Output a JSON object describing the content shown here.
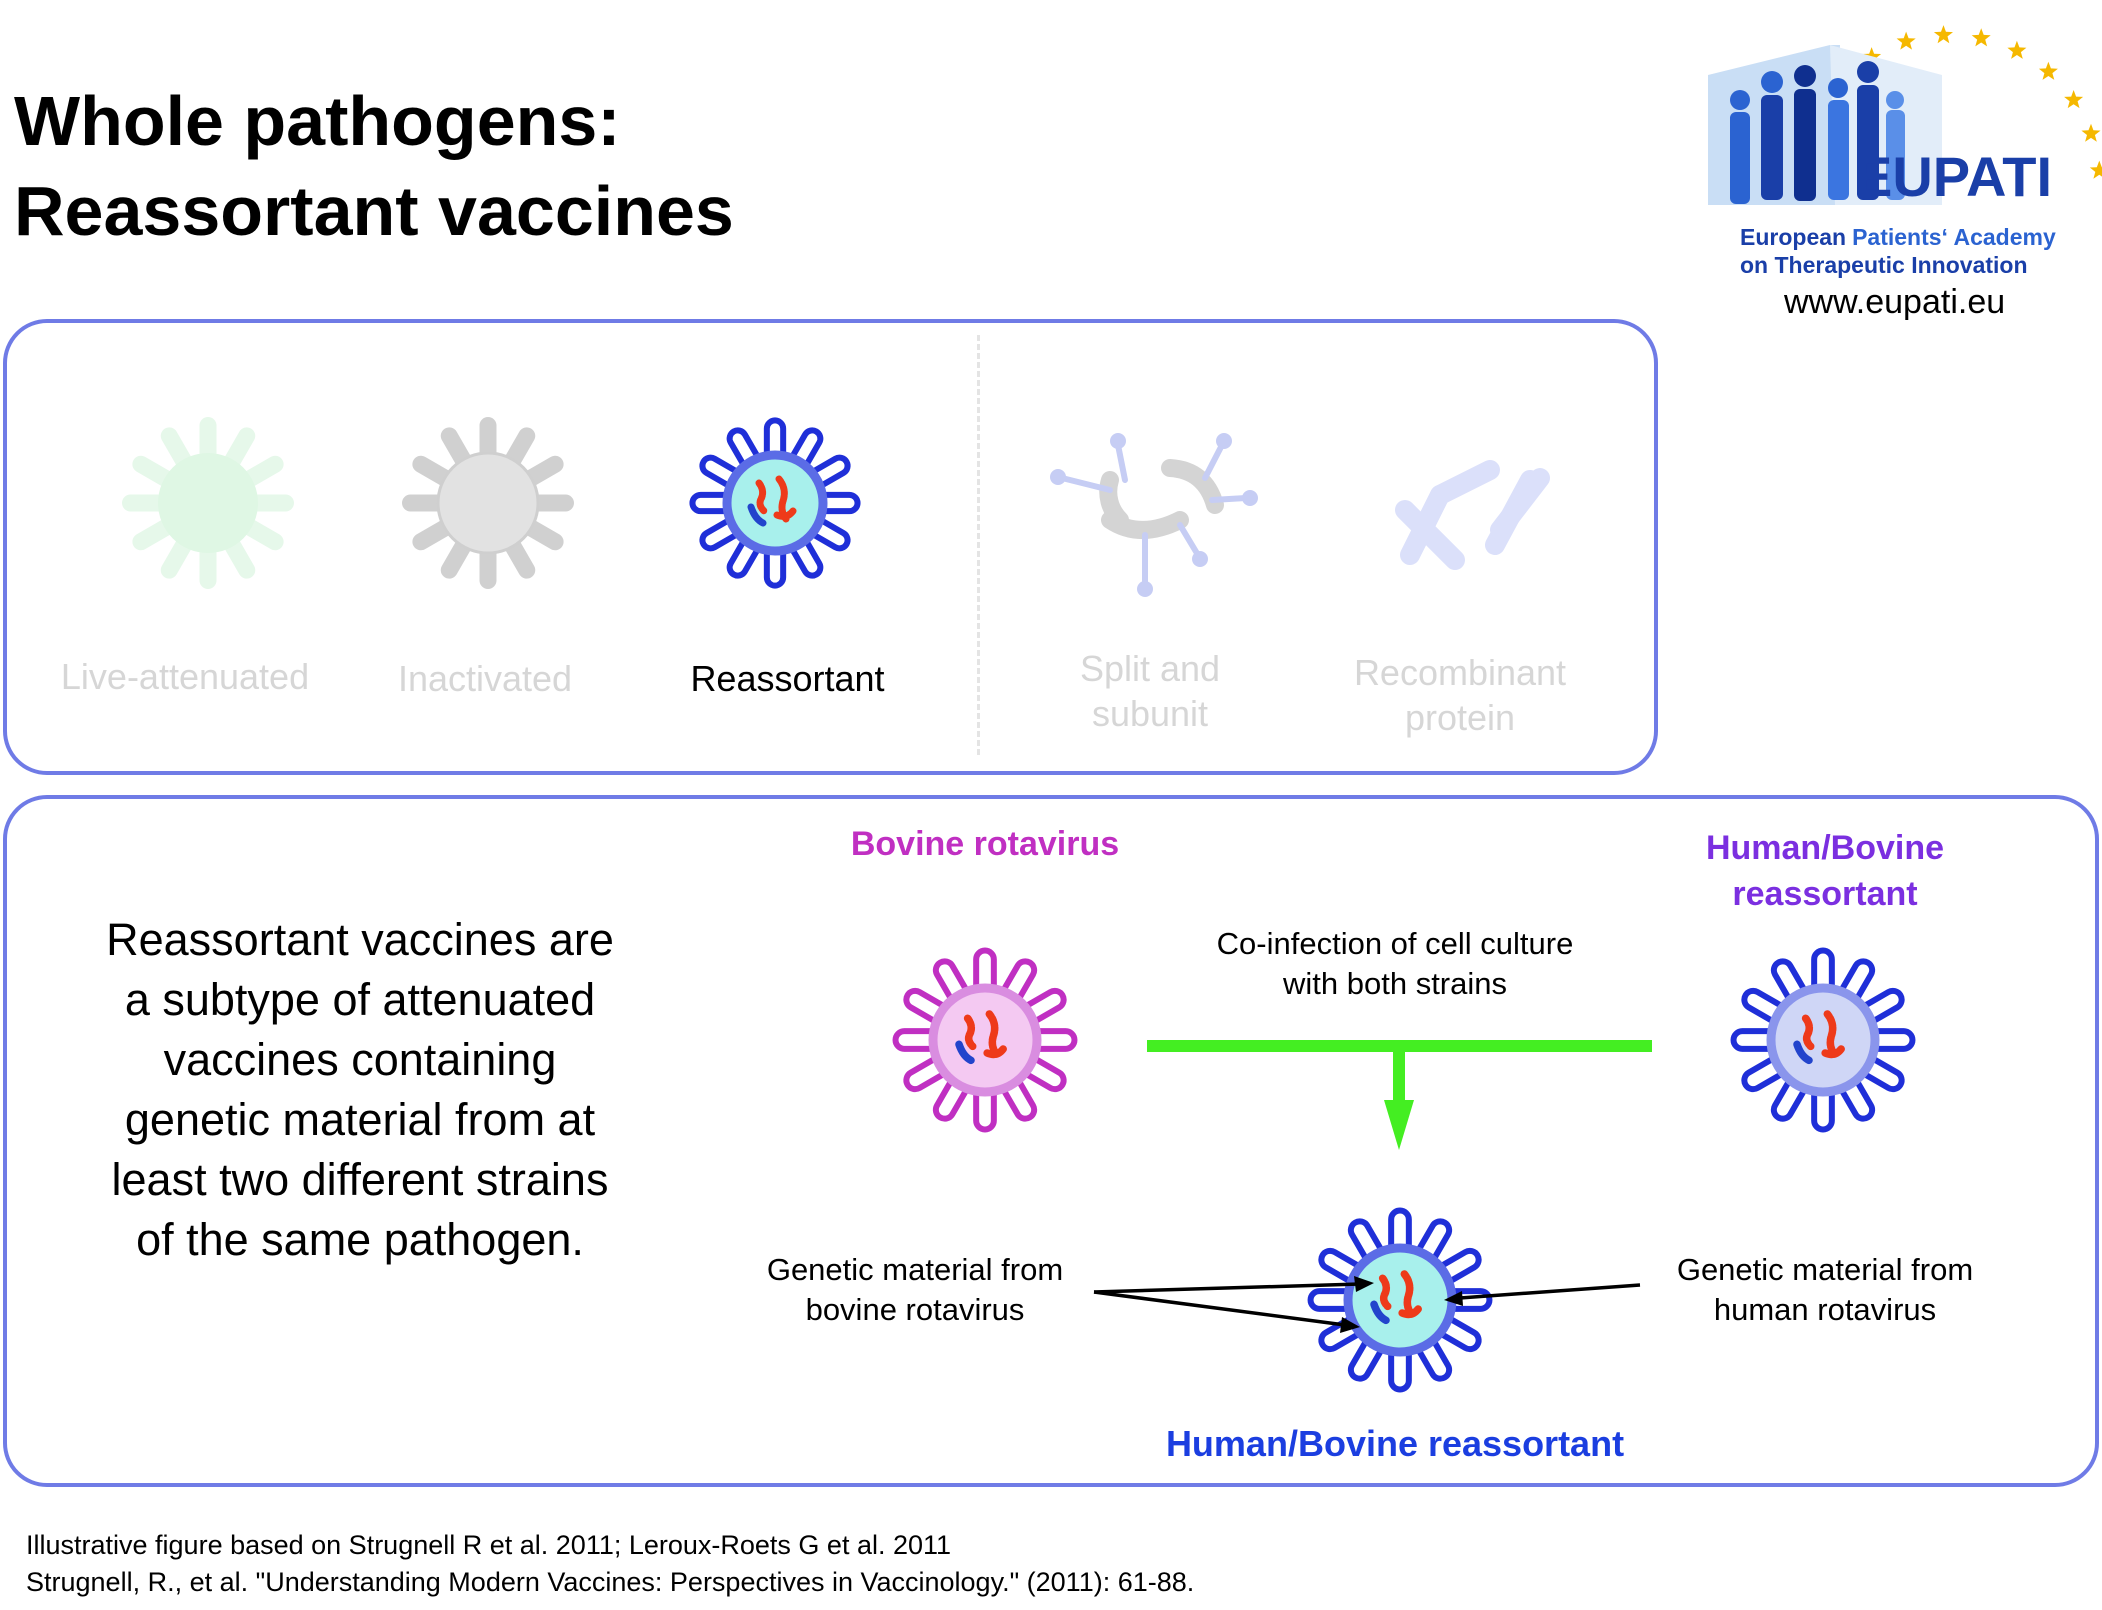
{
  "title": {
    "line1": "Whole pathogens:",
    "line2": "Reassortant vaccines"
  },
  "logo": {
    "name": "EUPATI",
    "tagline_line1_a": "European",
    "tagline_line1_b": "Patients‘ Academy",
    "tagline_line2": "on Therapeutic Innovation",
    "url": "www.eupati.eu"
  },
  "vaccine_types": [
    {
      "label": "Live-attenuated",
      "state": "faded"
    },
    {
      "label": "Inactivated",
      "state": "faded"
    },
    {
      "label": "Reassortant",
      "state": "active"
    },
    {
      "label_line1": "Split and",
      "label_line2": "subunit",
      "state": "faded"
    },
    {
      "label_line1": "Recombinant",
      "label_line2": "protein",
      "state": "faded"
    }
  ],
  "description": {
    "line1": "Reassortant vaccines are",
    "line2": "a subtype of attenuated",
    "line3": "vaccines containing",
    "line4": "genetic material from at",
    "line5": "least two different strains",
    "line6": "of the same pathogen."
  },
  "diagram": {
    "bovine_label": "Bovine rotavirus",
    "human_label_line1": "Human/Bovine",
    "human_label_line2": "reassortant",
    "coinfection_line1": "Co-infection of cell culture",
    "coinfection_line2": "with both strains",
    "genetic_left_line1": "Genetic material from",
    "genetic_left_line2": "bovine rotavirus",
    "genetic_right_line1": "Genetic material from",
    "genetic_right_line2": "human rotavirus",
    "result_label": "Human/Bovine reassortant"
  },
  "footnotes": {
    "line1": "Illustrative figure based on Strugnell R et al. 2011; Leroux-Roets G et al. 2011",
    "line2": "Strugnell, R., et al. \"Understanding Modern Vaccines: Perspectives in Vaccinology.\" (2011): 61-88."
  },
  "colors": {
    "box_border": "#6f7be6",
    "bovine": "#c02fc2",
    "human": "#2233dd",
    "arrow_green": "#44ee22",
    "rna_red": "#ee3a1a",
    "rna_blue": "#2244cc",
    "star_gold": "#f5b800"
  },
  "icons": {
    "virus": "virus-icon",
    "split": "split-subunit-icon",
    "recombinant": "recombinant-protein-icon",
    "star": "star-icon"
  }
}
